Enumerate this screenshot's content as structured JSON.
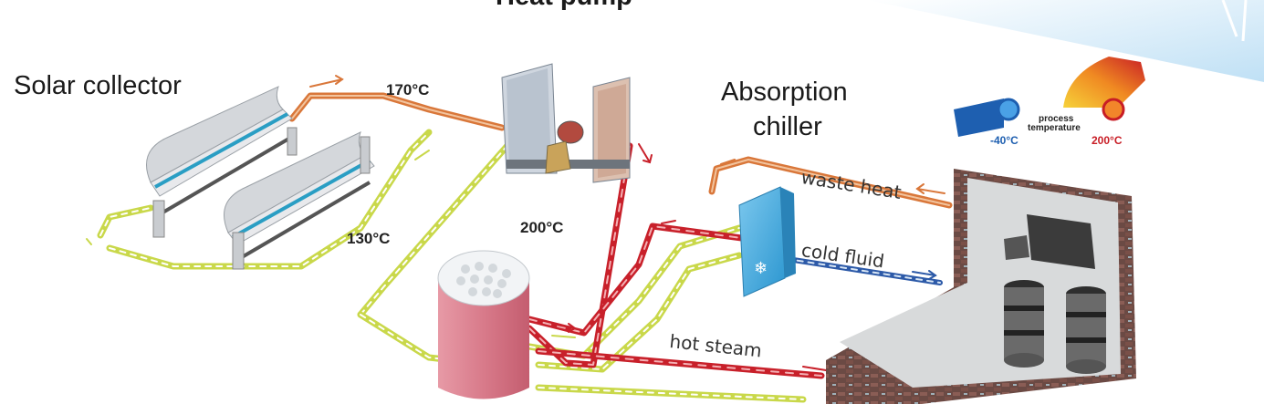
{
  "labels": {
    "heat_pump": "Heat pump",
    "solar_collector": "Solar collector",
    "absorption_chiller_line1": "Absorption",
    "absorption_chiller_line2": "chiller"
  },
  "temperatures": {
    "t170": "170°C",
    "t130": "130°C",
    "t200": "200°C"
  },
  "flows": {
    "waste_heat": "waste heat",
    "cold_fluid": "cold fluid",
    "hot_steam": "hot steam"
  },
  "gauge": {
    "title_line1": "process",
    "title_line2": "temperature",
    "min_label": "-40°C",
    "max_label": "200°C"
  },
  "colors": {
    "hot_pipe": "#c8202a",
    "warm_pipe": "#d9773a",
    "cool_pipe": "#c9d84a",
    "cold_pipe": "#2d5aa8",
    "chiller": "#3aa6dc",
    "gauge_cold": "#1e5fb0",
    "gauge_hot": "#d62d20"
  }
}
